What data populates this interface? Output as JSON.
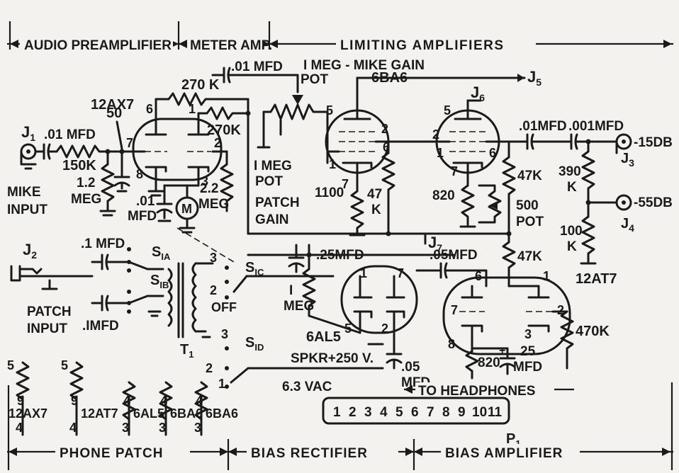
{
  "sections": {
    "audio_preamplifier": "AUDIO PREAMPLIFIER",
    "meter_amp": "METER AMP.",
    "limiting_amplifiers": "LIMITING AMPLIFIERS",
    "phone_patch": "PHONE PATCH",
    "bias_rectifier": "BIAS RECTIFIER",
    "bias_amplifier": "BIAS AMPLIFIER"
  },
  "tubes": {
    "v1": "12AX7",
    "v2": "6BA6",
    "v3": "12AT7",
    "v4": "6AL5"
  },
  "jacks": {
    "j1": "J",
    "j1_sub": "1",
    "j2": "J",
    "j2_sub": "2",
    "j3": "J",
    "j3_sub": "3",
    "j4": "J",
    "j4_sub": "4",
    "j5": "J",
    "j5_sub": "5",
    "j6": "J",
    "j6_sub": "6",
    "j7": "J",
    "j7_sub": "7",
    "p1": "P",
    "p1_sub": "1"
  },
  "inputs": {
    "mike_1": "MIKE",
    "mike_2": "INPUT",
    "patch_1": "PATCH",
    "patch_2": "INPUT"
  },
  "outputs": {
    "out_15db": "-15DB",
    "out_55db": "-55DB",
    "headphones": "TO HEADPHONES",
    "spkr": "SPKR",
    "b_plus": "+250 V.",
    "filament": "6.3 VAC"
  },
  "components": {
    "c_in": ".01 MFD",
    "r_150k": "150K",
    "r_1_2meg_a": "1.2",
    "r_1_2meg_b": "MEG",
    "c_01mfd_top": ".01 MFD",
    "r_270k_a": "270 K",
    "r_270k_b": "270K",
    "r_50": "50",
    "gain_pot_a": "I MEG - MIKE GAIN",
    "gain_pot_b": "POT",
    "patch_pot_a": "I MEG",
    "patch_pot_b": "POT",
    "patch_pot_c": "PATCH",
    "patch_pot_d": "GAIN",
    "c_meter_a": ".01",
    "c_meter_b": "MFD",
    "meter": "M",
    "r_2_2meg_a": "2.2",
    "r_2_2meg_b": "MEG",
    "r_47k_a": "47",
    "r_47k_b": "K",
    "r_1100": "1100",
    "r_820a": "820",
    "pot_500_a": "500",
    "pot_500_b": "POT",
    "r_47k_c": "47K",
    "c_01mfd_out": ".01MFD",
    "c_001mfd": ".001MFD",
    "r_390k_a": "390",
    "r_390k_b": "K",
    "r_100k_a": "100",
    "r_100k_b": "K",
    "c_05mfd_a": ".05MFD",
    "r_47k_d": "47K",
    "c_25mfd": ".25MFD",
    "r_1meg_a": "I",
    "r_1meg_b": "MEG",
    "r_470k": "470K",
    "r_820b": "820",
    "c_25_a": "25",
    "c_25_b": "MFD",
    "c_05_bot_a": ".05",
    "c_05_bot_b": "MFD",
    "c_1mfd_a": ".1 MFD",
    "c_1mfd_b": ".IMFD",
    "transformer": "T",
    "transformer_sub": "1",
    "s1a": "S",
    "s1a_sub": "IA",
    "s1b": "S",
    "s1b_sub": "IB",
    "s1c": "S",
    "s1c_sub": "IC",
    "s1d": "S",
    "s1d_sub": "ID",
    "off": "OFF"
  },
  "pins": {
    "v1_7": "7",
    "v1_6": "6",
    "v1_1": "1",
    "v1_2": "2",
    "v1_8": "8",
    "v1_3": "3",
    "v2_5": "5",
    "v2_2": "2",
    "v2_1": "1",
    "v2_6": "6",
    "v2_7": "7",
    "v3_5": "5",
    "v3_2": "2",
    "v3_1": "1",
    "v3_6": "6",
    "v3_7": "7",
    "v4_1": "1",
    "v4_7": "7",
    "v4_5": "5",
    "v4_2": "2",
    "v5_6": "6",
    "v5_1": "1",
    "v5_7": "7",
    "v5_2": "2",
    "v5_8": "8",
    "v5_3": "3",
    "sw_3a": "3",
    "sw_2a": "2",
    "sw_3b": "3",
    "sw_2b": "2",
    "sw_1": "1"
  },
  "heater_string": [
    {
      "tube": "12AX7",
      "top": "9",
      "bottom": "4",
      "side": "5"
    },
    {
      "tube": "12AT7",
      "top": "9",
      "bottom": "4",
      "side": "5"
    },
    {
      "tube": "6AL5",
      "top": "4",
      "bottom": "3",
      "side": ""
    },
    {
      "tube": "6BA6",
      "top": "4",
      "bottom": "3",
      "side": ""
    },
    {
      "tube": "6BA6",
      "top": "4",
      "bottom": "3",
      "side": ""
    }
  ],
  "plug_pins": [
    "1",
    "2",
    "3",
    "4",
    "5",
    "6",
    "7",
    "8",
    "9",
    "10",
    "11"
  ]
}
